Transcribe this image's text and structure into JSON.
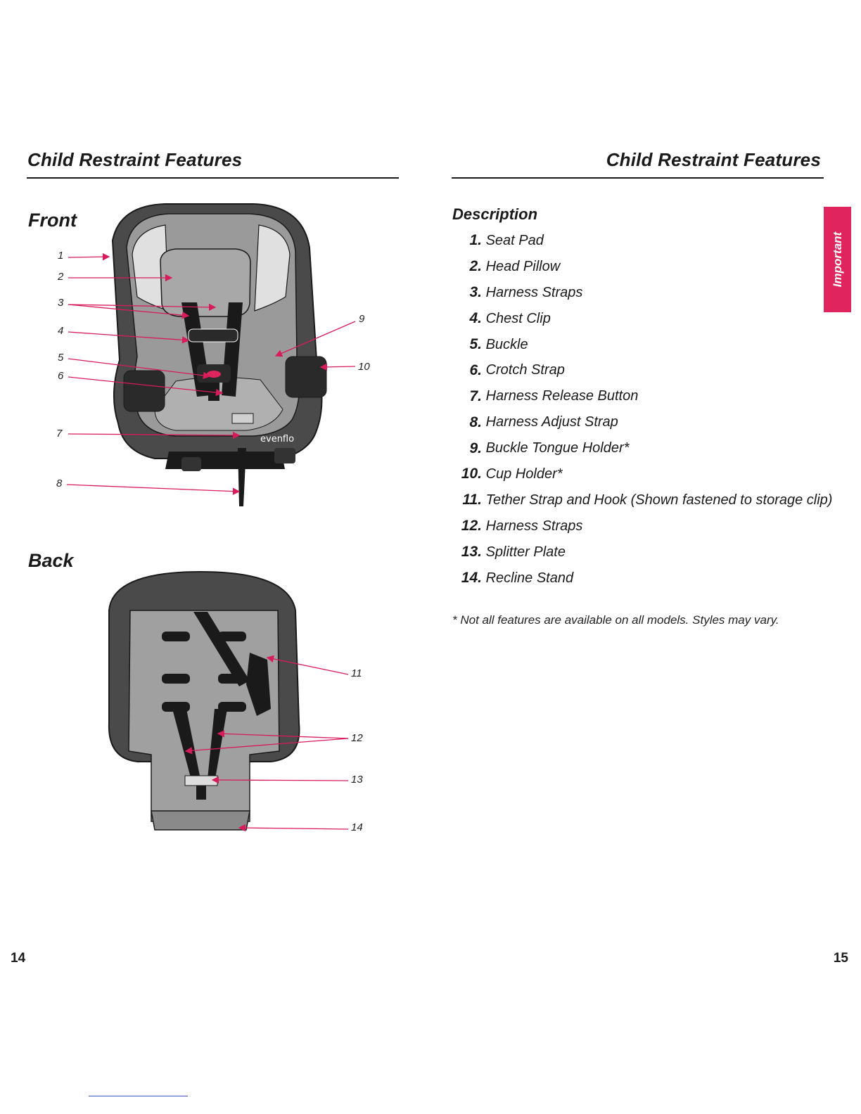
{
  "left_page": {
    "header": "Child Restraint Features",
    "front_title": "Front",
    "back_title": "Back",
    "front_callouts": [
      "1",
      "2",
      "3",
      "4",
      "5",
      "6",
      "7",
      "8",
      "9",
      "10"
    ],
    "back_callouts": [
      "11",
      "12",
      "13",
      "14"
    ],
    "logo_text": "evenflo",
    "page_number": "14"
  },
  "right_page": {
    "header": "Child Restraint Features",
    "description_title": "Description",
    "items": [
      {
        "num": "1.",
        "label": "Seat Pad"
      },
      {
        "num": "2.",
        "label": "Head Pillow"
      },
      {
        "num": "3.",
        "label": "Harness Straps"
      },
      {
        "num": "4.",
        "label": "Chest Clip"
      },
      {
        "num": "5.",
        "label": "Buckle"
      },
      {
        "num": "6.",
        "label": "Crotch Strap"
      },
      {
        "num": "7.",
        "label": "Harness Release Button"
      },
      {
        "num": "8.",
        "label": "Harness Adjust Strap"
      },
      {
        "num": "9.",
        "label": "Buckle Tongue Holder*"
      },
      {
        "num": "10.",
        "label": "Cup Holder*"
      },
      {
        "num": "11.",
        "label": "Tether Strap and Hook (Shown fastened to storage clip)"
      },
      {
        "num": "12.",
        "label": "Harness Straps"
      },
      {
        "num": "13.",
        "label": "Splitter Plate"
      },
      {
        "num": "14.",
        "label": "Recline Stand"
      }
    ],
    "footnote": "* Not all features are available on all models. Styles may vary.",
    "side_tab": "Important",
    "page_number": "15"
  },
  "colors": {
    "accent": "#e0245e",
    "arrow": "#d81b5a",
    "text": "#1a1a1a"
  }
}
